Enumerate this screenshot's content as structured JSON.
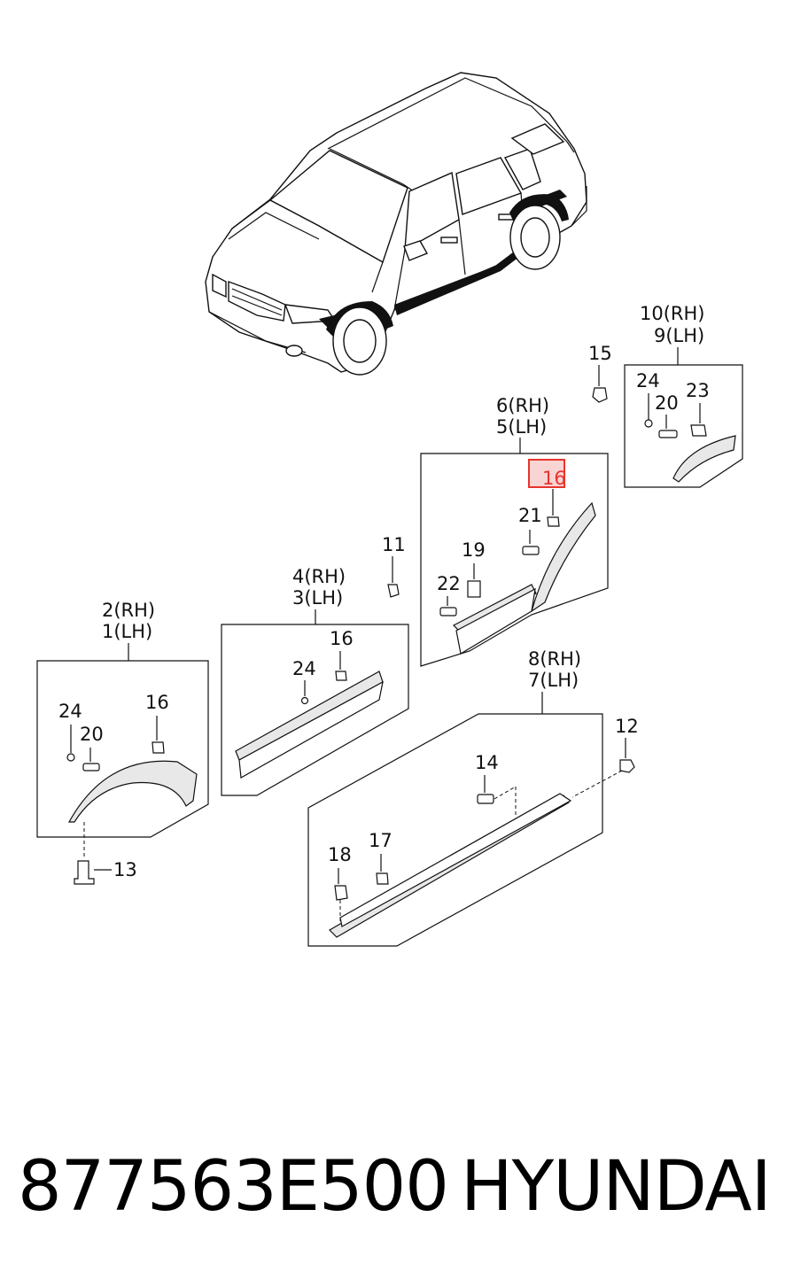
{
  "diagram": {
    "callouts": {
      "c1": "2(RH)",
      "c1b": "1(LH)",
      "c2": "4(RH)",
      "c2b": "3(LH)",
      "c3": "6(RH)",
      "c3b": "5(LH)",
      "c4": "8(RH)",
      "c4b": "7(LH)",
      "c5": "10(RH)",
      "c5b": "9(LH)",
      "n11": "11",
      "n12": "12",
      "n13": "13",
      "n14": "14",
      "n15": "15",
      "n16a": "16",
      "n16b": "16",
      "n16c": "16",
      "n17": "17",
      "n18": "18",
      "n19": "19",
      "n20a": "20",
      "n20b": "20",
      "n21": "21",
      "n22": "22",
      "n23": "23",
      "n24a": "24",
      "n24b": "24",
      "n24c": "24"
    },
    "highlight_color": "#e8342c"
  },
  "footer": {
    "part_number": "877563E500",
    "brand": "HYUNDAI"
  }
}
